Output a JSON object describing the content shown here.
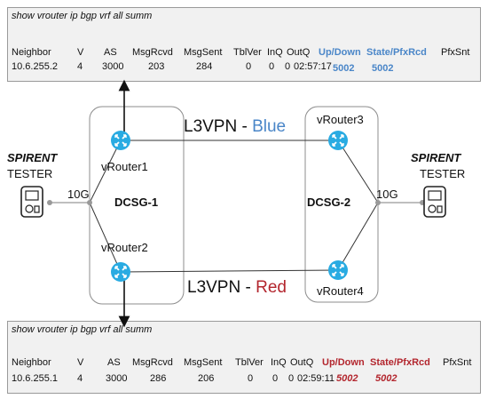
{
  "top_box": {
    "command": "show vrouter ip bgp vrf all summ",
    "headers": [
      "Neighbor",
      "V",
      "AS",
      "MsgRcvd",
      "MsgSent",
      "TblVer",
      "InQ",
      "OutQ",
      "Up/Down",
      "State/PfxRcd",
      "PfxSnt"
    ],
    "row": [
      "10.6.255.2",
      "4",
      "3000",
      "203",
      "284",
      "0",
      "0",
      "0",
      "02:57:17",
      "5002",
      "5002"
    ]
  },
  "bottom_box": {
    "command": "show vrouter ip bgp vrf all summ",
    "headers": [
      "Neighbor",
      "V",
      "AS",
      "MsgRcvd",
      "MsgSent",
      "TblVer",
      "InQ",
      "OutQ",
      "Up/Down",
      "State/PfxRcd",
      "PfxSnt"
    ],
    "row": [
      "10.6.255.1",
      "4",
      "3000",
      "286",
      "206",
      "0",
      "0",
      "0",
      "02:59:11",
      "5002",
      "5002"
    ]
  },
  "vpn_blue": {
    "prefix": "L3VPN - ",
    "color_word": "Blue",
    "color": "#4a86c8"
  },
  "vpn_red": {
    "prefix": "L3VPN - ",
    "color_word": "Red",
    "color": "#b3262e"
  },
  "dcsg1": "DCSG-1",
  "dcsg2": "DCSG-2",
  "routers": {
    "r1": "vRouter1",
    "r2": "vRouter2",
    "r3": "vRouter3",
    "r4": "vRouter4"
  },
  "link_left": "10G",
  "link_right": "10G",
  "tester_left": {
    "brand": "SPIRENT",
    "label": "TESTER"
  },
  "tester_right": {
    "brand": "SPIRENT",
    "label": "TESTER"
  },
  "colors": {
    "router": "#29abe2",
    "blue": "#4a86c8",
    "red": "#b3262e",
    "box_bg": "#f1f1f1"
  }
}
